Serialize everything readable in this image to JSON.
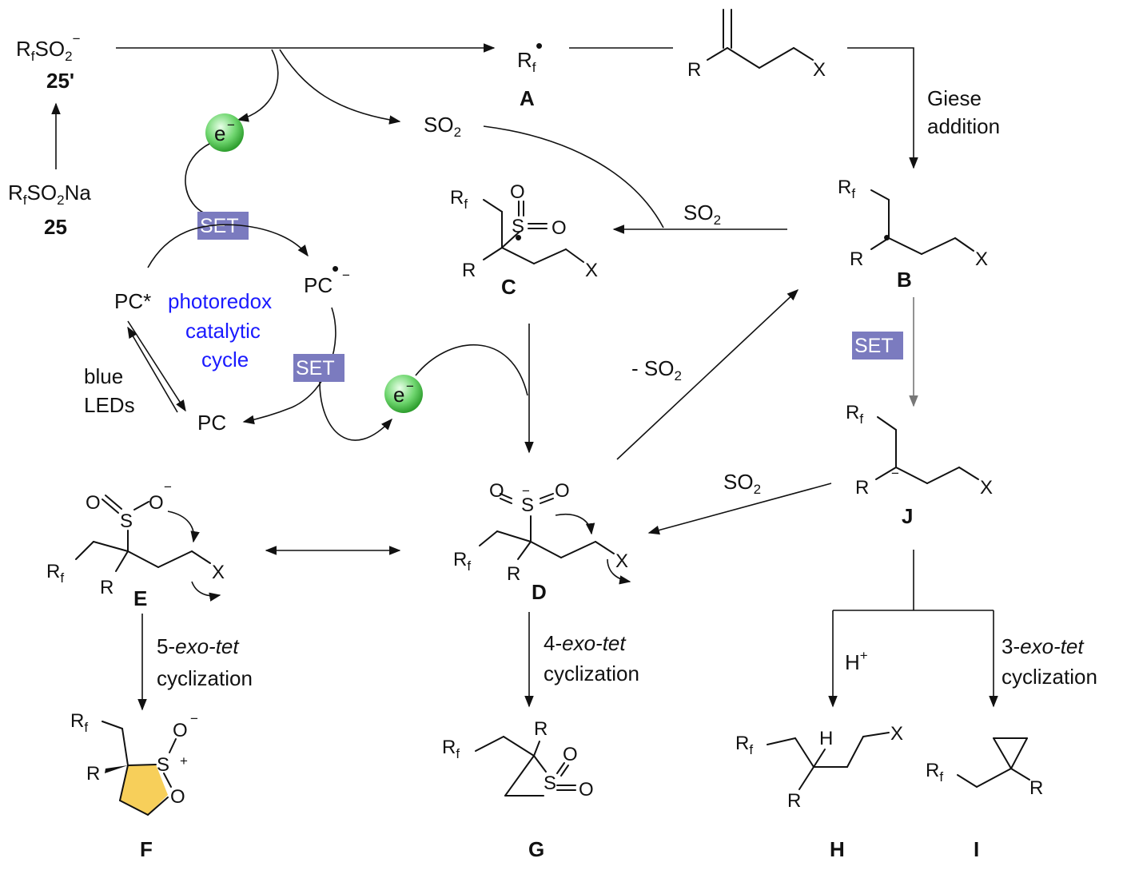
{
  "compounds": {
    "r_sulfinate_anion": {
      "label": "RfSO2−",
      "number": "25'"
    },
    "r_sulfinate_salt": {
      "label": "RfSO2Na",
      "number": "25"
    },
    "A": "A",
    "B": "B",
    "C": "C",
    "D": "D",
    "E": "E",
    "F": "F",
    "G": "G",
    "H": "H",
    "I": "I",
    "J": "J"
  },
  "atoms": {
    "Rf": "R",
    "f": "f",
    "R": "R",
    "X": "X",
    "O": "O",
    "S": "S",
    "H": "H",
    "SO2": "SO",
    "two": "2",
    "Na": "Na",
    "minus": "−",
    "plus": "+",
    "electron": "e",
    "radical_dot": "•"
  },
  "reagents": {
    "giese_1": "Giese",
    "giese_2": "addition",
    "so2_loss": "- SO",
    "so2": "SO",
    "h_plus": "H",
    "blue_leds_1": "blue",
    "blue_leds_2": "LEDs",
    "cyc5_num": "5-",
    "cyc5_it": "exo-tet",
    "cyc4_num": "4-",
    "cyc4_it": "exo-tet",
    "cyc3_num": "3-",
    "cyc3_it": "exo-tet",
    "cyclization": "cyclization"
  },
  "cycle": {
    "title_1": "photoredox",
    "title_2": "catalytic",
    "title_3": "cycle",
    "pc_star": "PC*",
    "pc": "PC",
    "pc_radical": "PC",
    "set": "SET"
  },
  "colors": {
    "set_box": "#7b7bbf",
    "cycle_text": "#1a1aff",
    "electron_ball": "#5ccf5c",
    "thf_ring": "#f7cf5a"
  }
}
